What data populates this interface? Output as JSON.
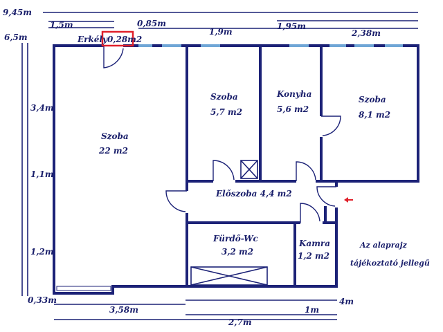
{
  "dimensions": {
    "total_width": "9,45m",
    "top_1": "1,5m",
    "top_2": "0,85m",
    "top_3": "1,9m",
    "top_4": "1,95m",
    "top_5": "2,38m",
    "total_height": "6,5m",
    "left_1": "3,4m",
    "left_2": "1,1m",
    "left_3": "1,2m",
    "left_4": "0,33m",
    "bottom_1": "3,58m",
    "bottom_2": "4m",
    "bottom_3": "1m",
    "bottom_4": "2,7m"
  },
  "rooms": {
    "balcony": "Erkély0,28m2",
    "living_name": "Szoba",
    "living_area": "22 m2",
    "room2_name": "Szoba",
    "room2_area": "5,7 m2",
    "kitchen_name": "Konyha",
    "kitchen_area": "5,6 m2",
    "room3_name": "Szoba",
    "room3_area": "8,1 m2",
    "hall": "Előszoba 4,4 m2",
    "bath_name": "Fürdő-Wc",
    "bath_area": "3,2 m2",
    "pantry_name": "Kamra",
    "pantry_area": "1,2 m2"
  },
  "note": {
    "line1": "Az alaprajz",
    "line2": "tájékoztató jellegű"
  },
  "colors": {
    "wall": "#1c2277",
    "window": "#6fa6d6",
    "entrance_arrow": "#e0202a",
    "balcony_marker": "#e0202a"
  }
}
